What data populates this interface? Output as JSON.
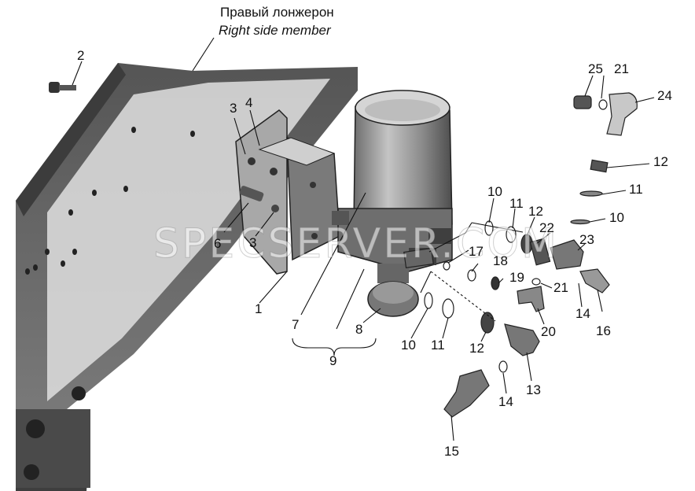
{
  "title": {
    "ru": "Правый лонжерон",
    "en": "Right side member"
  },
  "watermark": "SPECSERVER.COM",
  "labels": [
    "1",
    "2",
    "3",
    "3",
    "4",
    "6",
    "7",
    "8",
    "9",
    "10",
    "10",
    "10",
    "11",
    "11",
    "11",
    "12",
    "12",
    "12",
    "13",
    "14",
    "14",
    "15",
    "16",
    "17",
    "18",
    "19",
    "20",
    "21",
    "21",
    "22",
    "23",
    "24",
    "25"
  ],
  "colors": {
    "line": "#111111",
    "frame": "#4a4a4a",
    "part": "#5e5e5e",
    "light": "#cfcfcf"
  }
}
